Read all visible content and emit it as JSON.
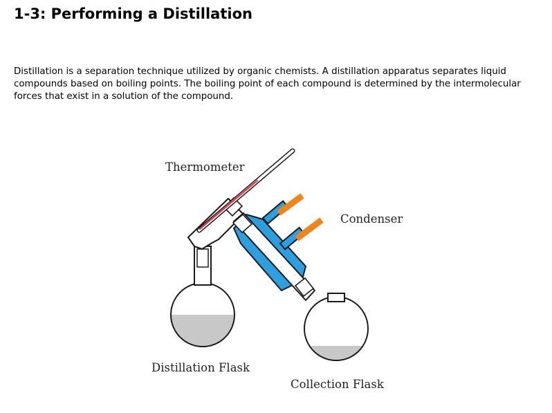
{
  "page": {
    "title": "1-3: Performing a Distillation",
    "intro": "Distillation is a separation technique utilized by organic chemists. A distillation apparatus separates liquid compounds based on boiling points. The boiling point of each compound is determined by the intermolecular forces that exist in a solution of the compound."
  },
  "figure": {
    "labels": {
      "thermometer": "Thermometer",
      "condenser": "Condenser",
      "distillation_flask": "Distillation Flask",
      "collection_flask": "Collection Flask"
    },
    "colors": {
      "coolant": "#2b9fe0",
      "hose": "#f0851c",
      "thermometer_fluid": "#e03a4a",
      "liquid": "#c8c8c8",
      "glass_outline": "#1a1a1a"
    }
  }
}
